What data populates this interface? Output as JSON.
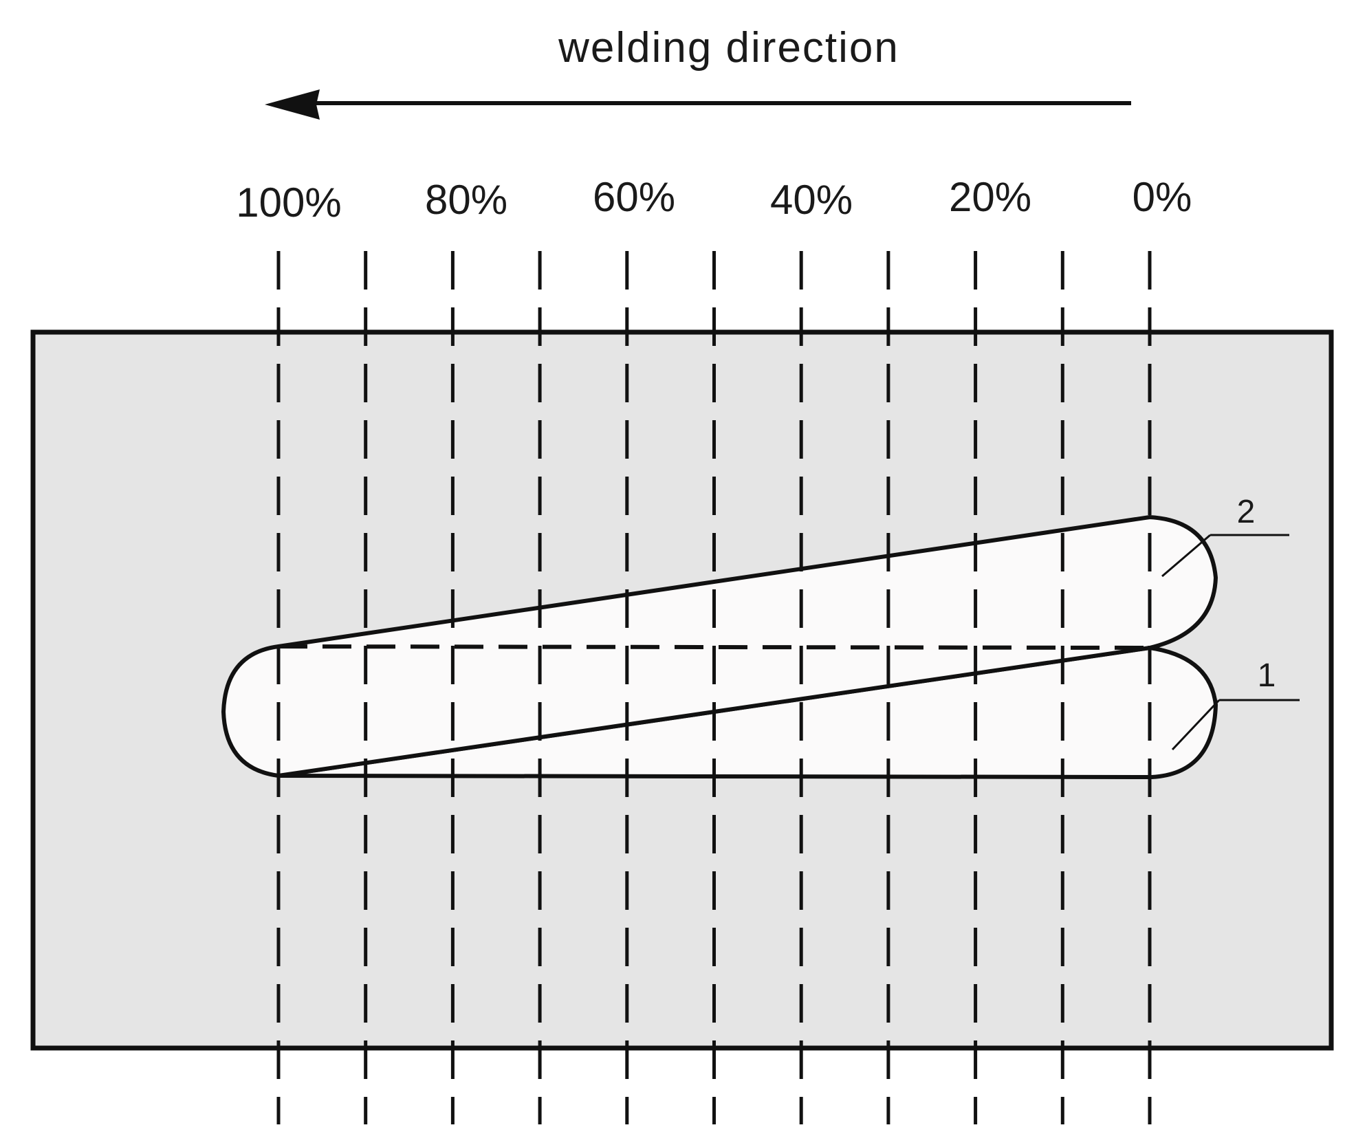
{
  "header": {
    "title": "welding direction"
  },
  "scale": {
    "tick_labels": [
      "100%",
      "80%",
      "60%",
      "40%",
      "20%",
      "0%"
    ]
  },
  "beads": [
    {
      "label": "1"
    },
    {
      "label": "2"
    }
  ],
  "colors": {
    "plate_fill": "#e5e5e5",
    "bead_fill": "#fbfafa",
    "stroke": "#111111"
  }
}
